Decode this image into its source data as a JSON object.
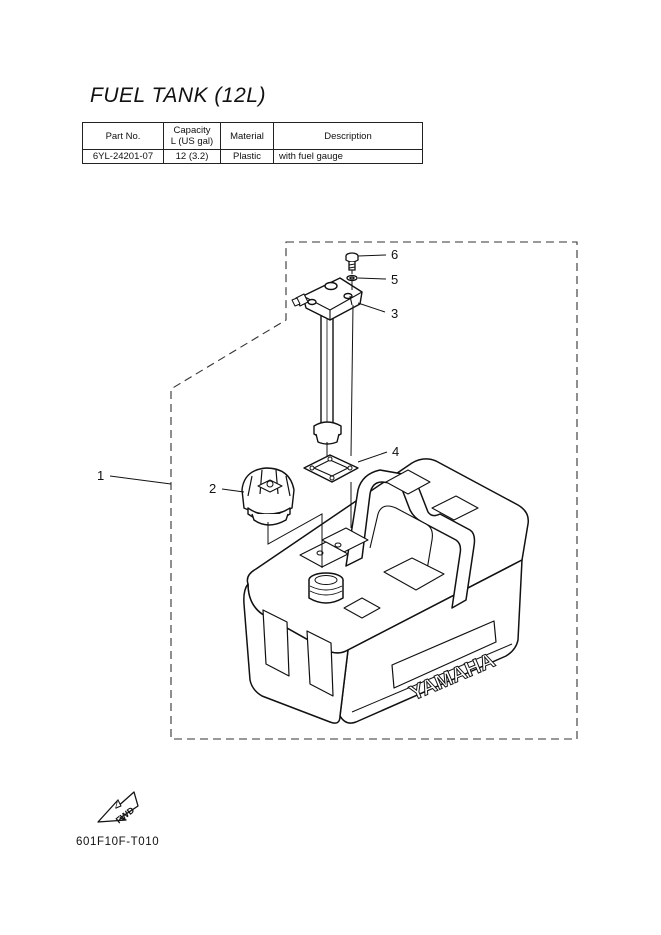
{
  "title": "FUEL TANK (12L)",
  "spec_table": {
    "headers": {
      "part_no": "Part No.",
      "capacity_line1": "Capacity",
      "capacity_line2": "L (US gal)",
      "material": "Material",
      "description": "Description"
    },
    "row": {
      "part_no": "6YL-24201-07",
      "capacity": "12 (3.2)",
      "material": "Plastic",
      "description": "with fuel gauge"
    }
  },
  "callouts": {
    "c1": "1",
    "c2": "2",
    "c3": "3",
    "c4": "4",
    "c5": "5",
    "c6": "6"
  },
  "tank_brand": "YAMAHA",
  "fwd_label": "FWD",
  "reference_code": "601F10F-T010"
}
